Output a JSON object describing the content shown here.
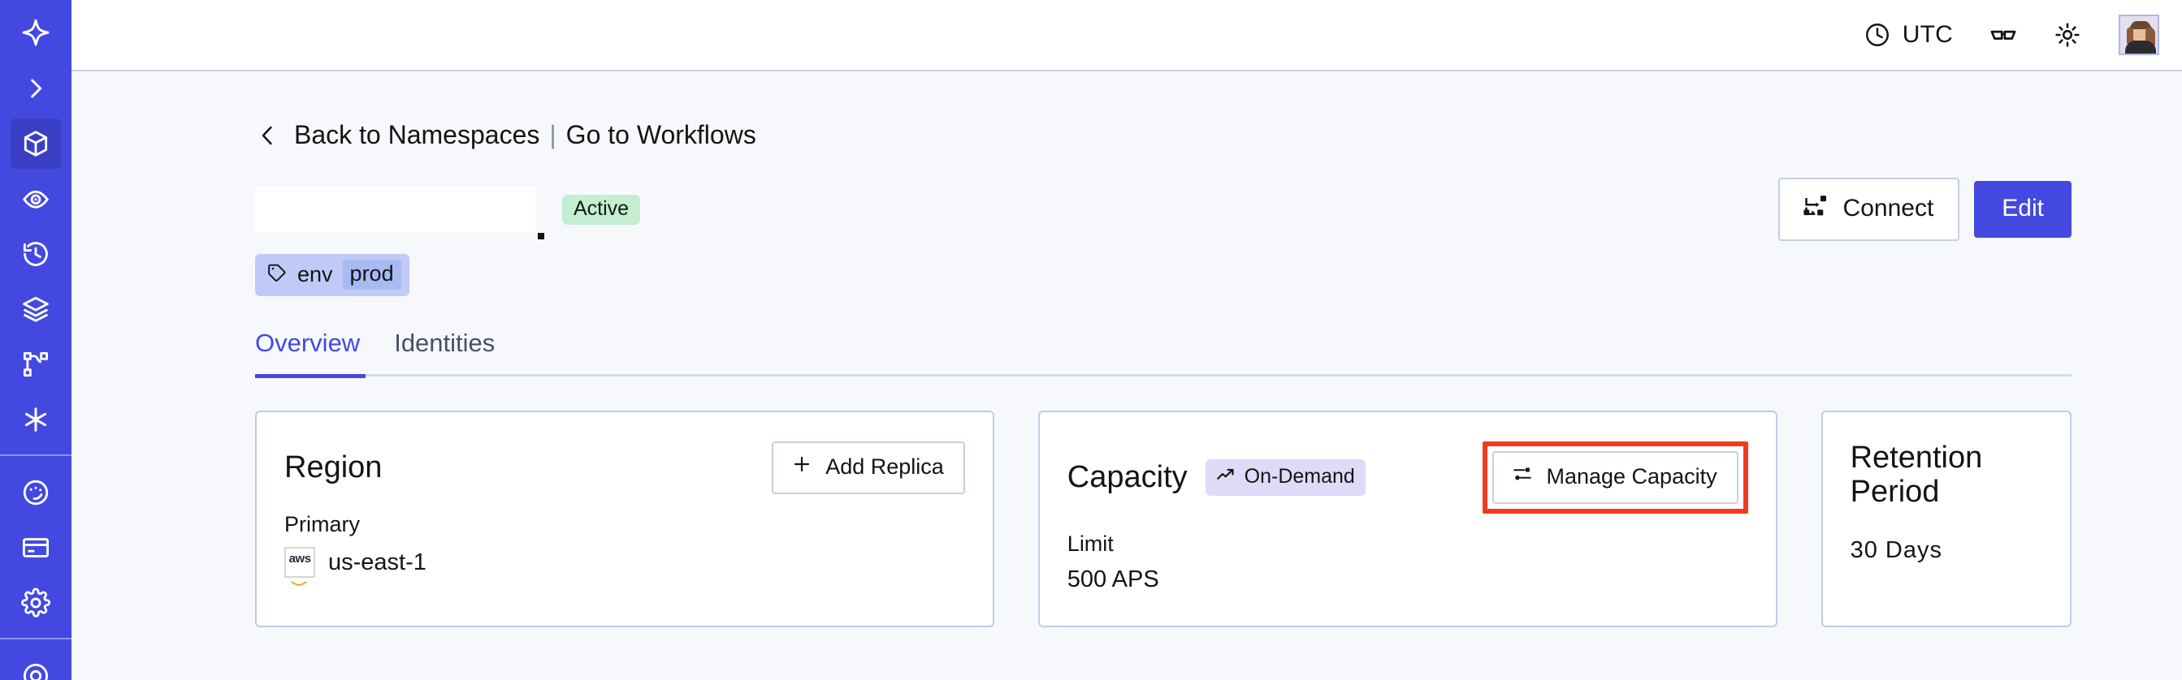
{
  "sidebar": {
    "items": [
      {
        "name": "temporal-logo-icon",
        "label": "Temporal"
      },
      {
        "name": "expand-chevron-icon",
        "label": "Expand navigation"
      },
      {
        "name": "namespaces-cube-icon",
        "label": "Namespaces",
        "active": true
      },
      {
        "name": "observability-eye-icon",
        "label": "Observability"
      },
      {
        "name": "history-clock-icon",
        "label": "History"
      },
      {
        "name": "layers-stack-icon",
        "label": "Layers"
      },
      {
        "name": "workflows-branch-icon",
        "label": "Workflows"
      },
      {
        "name": "asterisk-icon",
        "label": "Nexus"
      },
      {
        "name": "usage-gauge-icon",
        "label": "Usage"
      },
      {
        "name": "billing-card-icon",
        "label": "Billing"
      },
      {
        "name": "settings-gear-icon",
        "label": "Settings"
      },
      {
        "name": "support-icon",
        "label": "Support"
      }
    ]
  },
  "topbar": {
    "timezone": "UTC",
    "clock_icon": "clock-icon",
    "glasses_icon": "glasses-icon",
    "theme_icon": "sun-icon",
    "avatar_label": "User avatar"
  },
  "breadcrumb": {
    "back_label": "Back to Namespaces",
    "separator": "|",
    "forward_label": "Go to Workflows"
  },
  "header": {
    "namespace_name": "",
    "status_badge": "Active",
    "connect_label": "Connect",
    "edit_label": "Edit",
    "tags": [
      {
        "key": "env",
        "value": "prod"
      }
    ]
  },
  "tabs": [
    {
      "label": "Overview",
      "active": true
    },
    {
      "label": "Identities",
      "active": false
    }
  ],
  "cards": {
    "region": {
      "title": "Region",
      "action_label": "Add Replica",
      "action_icon": "plus-icon",
      "sub_label": "Primary",
      "provider_icon": "aws-logo",
      "value": "us-east-1"
    },
    "capacity": {
      "title": "Capacity",
      "badge_label": "On-Demand",
      "badge_icon": "trend-up-icon",
      "action_label": "Manage Capacity",
      "action_icon": "sliders-icon",
      "sub_label": "Limit",
      "value": "500 APS",
      "highlighted": true
    },
    "retention": {
      "title": "Retention Period",
      "value": "30 Days"
    }
  },
  "colors": {
    "brand_purple": "#4349E0",
    "sidebar_active": "#3A40C4",
    "badge_green": "#C5EDD1",
    "badge_purple": "#E0DAF8",
    "tag_blue": "#BFCBF6",
    "tag_value_blue": "#A8BAF3",
    "highlight_red": "#F03C1E",
    "page_bg": "#F7F8FB",
    "card_border": "#BECCE6"
  }
}
